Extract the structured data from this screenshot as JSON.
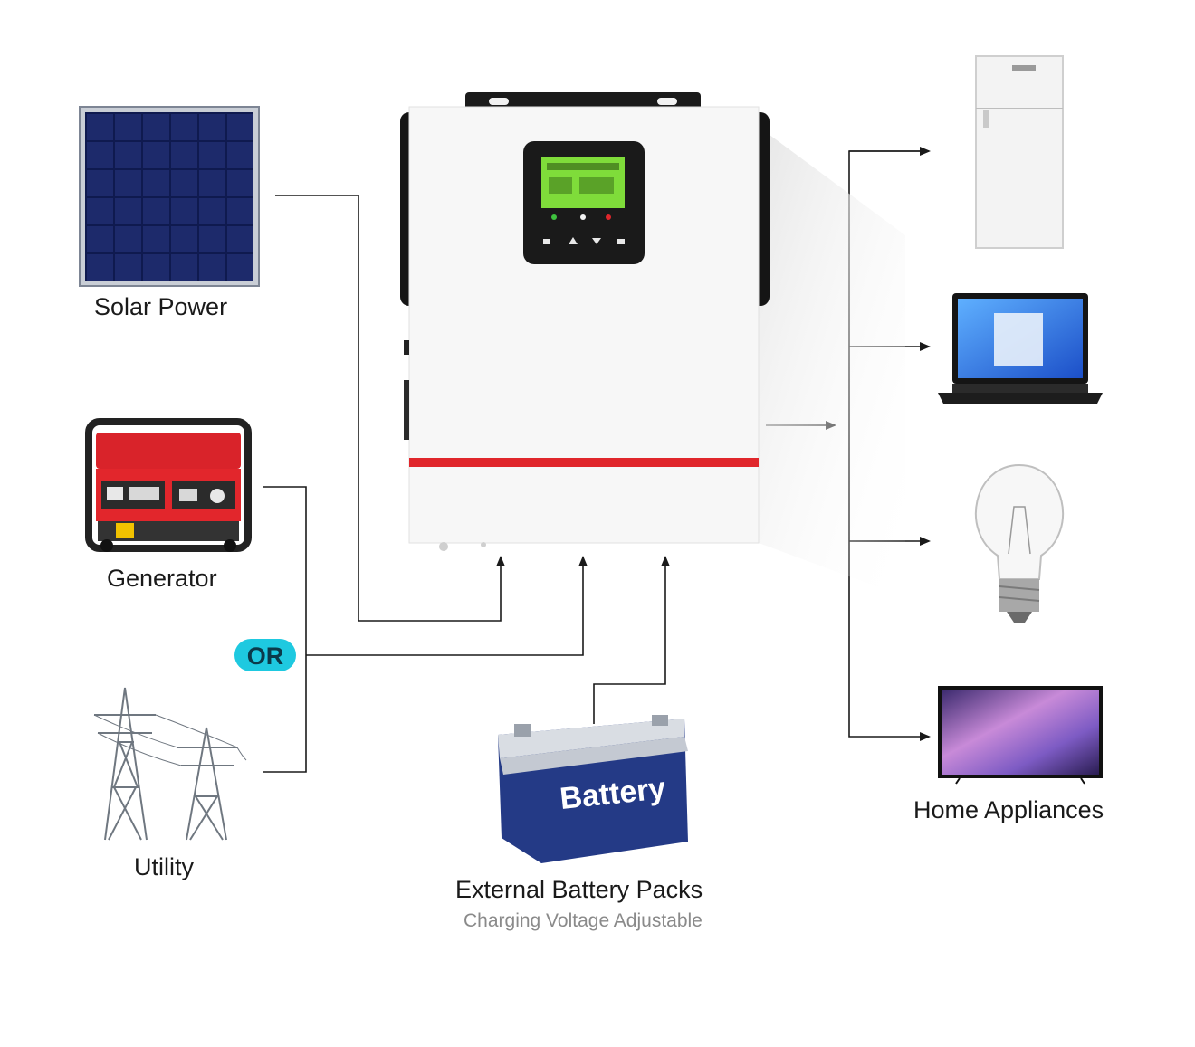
{
  "sources": {
    "solar_label": "Solar Power",
    "generator_label": "Generator",
    "utility_label": "Utility",
    "or_label": "OR"
  },
  "battery": {
    "face_text": "Battery",
    "label": "External Battery Packs",
    "sublabel": "Charging Voltage Adjustable"
  },
  "outputs": {
    "label": "Home Appliances",
    "items": [
      "refrigerator",
      "laptop",
      "light-bulb",
      "television"
    ]
  },
  "colors": {
    "line": "#1a1a1a",
    "inverter_body": "#f7f7f7",
    "inverter_stripe": "#e0262b",
    "lcd": "#7fdc3a",
    "solar_cell": "#1d2a6b",
    "generator_red": "#d9232a",
    "battery_blue": "#243a86",
    "or_badge": "#1ec9e0"
  }
}
